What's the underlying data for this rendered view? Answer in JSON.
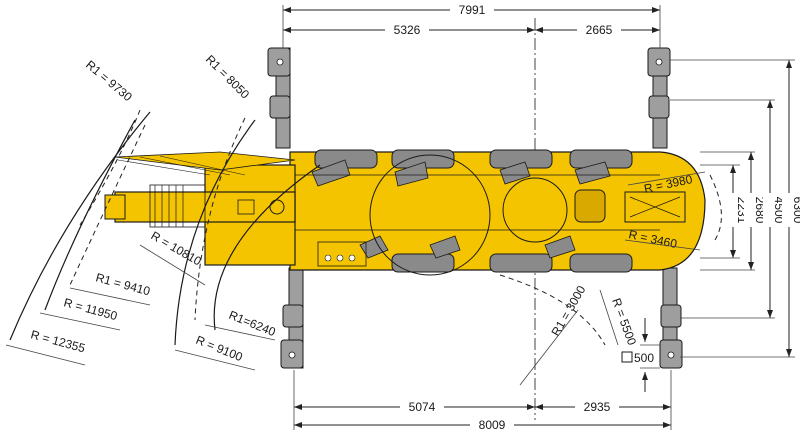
{
  "colors": {
    "body": "#f5c400",
    "body_dark": "#d9a900",
    "tire": "#8a8a8a",
    "outrigger": "#9e9e9e",
    "line": "#1a1a1a"
  },
  "dimensions": {
    "top_total": "7991",
    "top_front": "5326",
    "top_rear": "2665",
    "bottom_total": "8009",
    "bottom_front": "5074",
    "bottom_rear": "2935",
    "right_2231": "2231",
    "right_2680": "2680",
    "right_4500": "4500",
    "right_6300": "6300",
    "pad_size": "500"
  },
  "radii": {
    "r1_9730": "R1 = 9730",
    "r1_8050": "R1 = 8050",
    "r_10810": "R = 10810",
    "r1_9410": "R1 = 9410",
    "r_11950": "R = 11950",
    "r_12355": "R = 12355",
    "r1_6240": "R1=6240",
    "r_9100": "R = 9100",
    "r_3980": "R = 3980",
    "r_3460": "R = 3460",
    "r_5500": "R = 5500",
    "r1_3000": "R1 = 3000"
  },
  "pad_symbol": "□"
}
